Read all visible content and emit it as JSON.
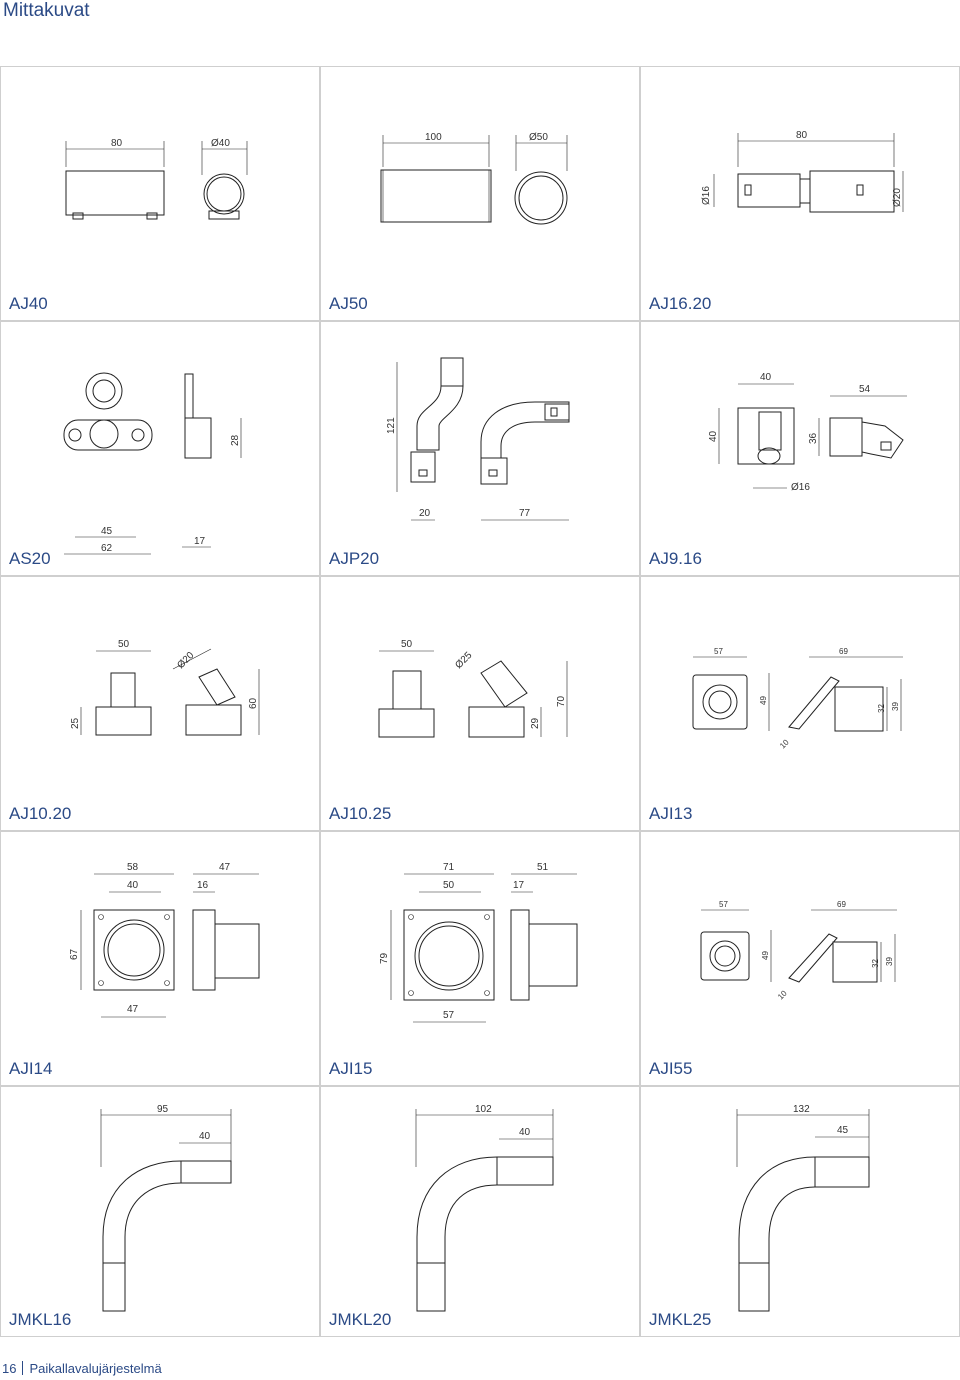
{
  "page_title": "Mittakuvat",
  "footer": {
    "page_number": "16",
    "section": "Paikallavalujärjestelmä"
  },
  "cells": [
    {
      "label": "AJ40",
      "dims": [
        "80",
        "Ø40"
      ]
    },
    {
      "label": "AJ50",
      "dims": [
        "100",
        "Ø50"
      ]
    },
    {
      "label": "AJ16.20",
      "dims": [
        "80",
        "Ø16",
        "Ø20"
      ]
    },
    {
      "label": "AS20",
      "dims": [
        "45",
        "62",
        "17",
        "28"
      ]
    },
    {
      "label": "AJP20",
      "dims": [
        "121",
        "20",
        "77"
      ]
    },
    {
      "label": "AJ9.16",
      "dims": [
        "40",
        "54",
        "40",
        "36",
        "Ø16"
      ]
    },
    {
      "label": "AJ10.20",
      "dims": [
        "50",
        "Ø20",
        "25",
        "60"
      ]
    },
    {
      "label": "AJ10.25",
      "dims": [
        "50",
        "Ø25",
        "29",
        "70"
      ]
    },
    {
      "label": "AJI13",
      "dims": [
        "57",
        "69",
        "49",
        "32",
        "39",
        "10"
      ]
    },
    {
      "label": "AJI14",
      "dims": [
        "58",
        "40",
        "47",
        "16",
        "67",
        "47"
      ]
    },
    {
      "label": "AJI15",
      "dims": [
        "71",
        "50",
        "51",
        "17",
        "79",
        "57"
      ]
    },
    {
      "label": "AJI55",
      "dims": [
        "57",
        "69",
        "49",
        "32",
        "39",
        "10"
      ]
    },
    {
      "label": "JMKL16",
      "dims": [
        "95",
        "40"
      ]
    },
    {
      "label": "JMKL20",
      "dims": [
        "102",
        "40"
      ]
    },
    {
      "label": "JMKL25",
      "dims": [
        "132",
        "45"
      ]
    }
  ]
}
